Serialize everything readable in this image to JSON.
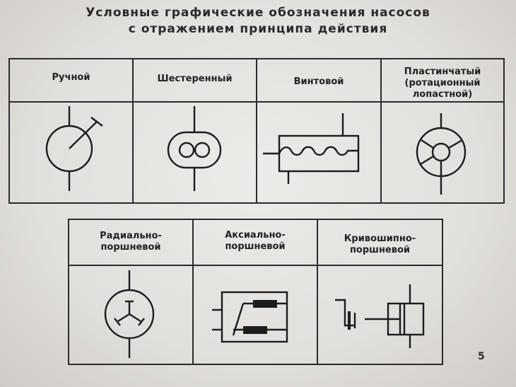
{
  "title": {
    "line1": "Условные графические обозначения насосов",
    "line2": "с отражением принципа действия"
  },
  "table_top": {
    "headers": [
      {
        "label": "Ручной",
        "icon": "manual-pump-symbol"
      },
      {
        "label": "Шестеренный",
        "icon": "gear-pump-symbol"
      },
      {
        "label": "Винтовой",
        "icon": "screw-pump-symbol"
      },
      {
        "label": "Пластинчатый\n(ротационный\nлопастной)",
        "icon": "vane-pump-symbol"
      }
    ]
  },
  "table_bottom": {
    "headers": [
      {
        "label": "Радиально-\nпоршневой",
        "icon": "radial-piston-pump-symbol"
      },
      {
        "label": "Аксиально-\nпоршневой",
        "icon": "axial-piston-pump-symbol"
      },
      {
        "label": "Кривошипно-\nпоршневой",
        "icon": "crank-piston-pump-symbol"
      }
    ]
  },
  "page_number": "5"
}
